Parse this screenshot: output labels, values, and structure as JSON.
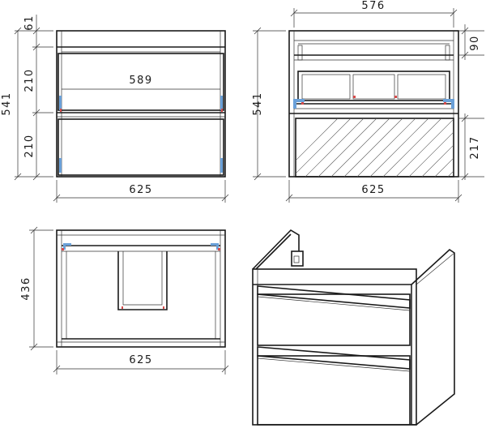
{
  "dimensions": {
    "front_top_gap": "61",
    "front_drawer_upper": "210",
    "front_drawer_lower": "210",
    "front_total_height": "541",
    "front_inner_width": "589",
    "front_width": "625",
    "back_inner_width": "576",
    "back_top_gap": "90",
    "back_total_height": "541",
    "back_lower_height": "217",
    "back_width": "625",
    "top_depth": "436",
    "top_width": "625"
  },
  "colors": {
    "line": "#1a1a1a",
    "accent_blue": "#6aa0d8",
    "accent_red": "#d84a4a",
    "background": "#ffffff"
  }
}
